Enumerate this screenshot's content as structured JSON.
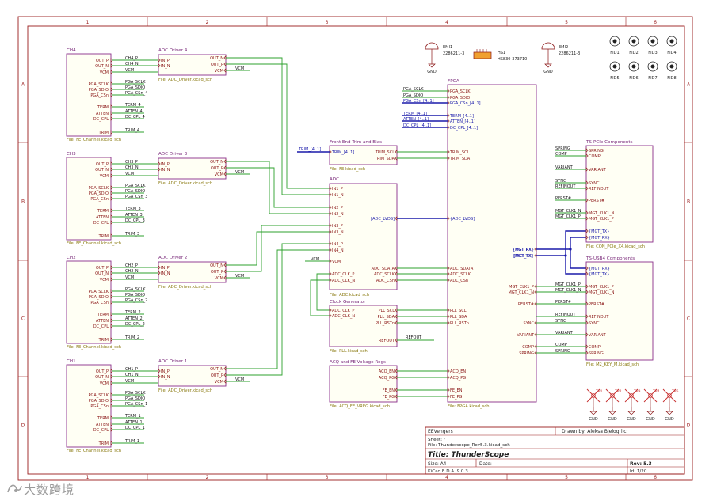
{
  "grid": {
    "cols": [
      "1",
      "2",
      "3",
      "4",
      "5",
      "6"
    ],
    "rows": [
      "A",
      "B",
      "C",
      "D"
    ]
  },
  "channels": [
    {
      "sheet_label": "CH4",
      "file": "File: FE_Channel.kicad_sch",
      "ports": [
        "OUT_P",
        "OUT_N",
        "VCM",
        "PGA_SCLK",
        "PGA_SDIO",
        "PGA_CSn",
        "TERM",
        "ATTEN",
        "DC_CPL",
        "TRIM"
      ],
      "nets": [
        "CH4_P",
        "CH4_N",
        "VCM",
        "PGA_SCLK",
        "PGA_SDIO",
        "PGA_CSn_4",
        "TERM_4",
        "ATTEN_4",
        "DC_CPL_4",
        "TRIM_4"
      ]
    },
    {
      "sheet_label": "CH3",
      "file": "File: FE_Channel.kicad_sch",
      "ports": [
        "OUT_P",
        "OUT_N",
        "VCM",
        "PGA_SCLK",
        "PGA_SDIO",
        "PGA_CSn",
        "TERM",
        "ATTEN",
        "DC_CPL",
        "TRIM"
      ],
      "nets": [
        "CH3_P",
        "CH3_N",
        "VCM",
        "PGA_SCLK",
        "PGA_SDIO",
        "PGA_CSn_3",
        "TERM_3",
        "ATTEN_3",
        "DC_CPL_3",
        "TRIM_3"
      ]
    },
    {
      "sheet_label": "CH2",
      "file": "File: FE_Channel.kicad_sch",
      "ports": [
        "OUT_P",
        "OUT_N",
        "VCM",
        "PGA_SCLK",
        "PGA_SDIO",
        "PGA_CSn",
        "TERM",
        "ATTEN",
        "DC_CPL",
        "TRIM"
      ],
      "nets": [
        "CH2_P",
        "CH2_N",
        "VCM",
        "PGA_SCLK",
        "PGA_SDIO",
        "PGA_CSn_2",
        "TERM_2",
        "ATTEN_2",
        "DC_CPL_2",
        "TRIM_2"
      ]
    },
    {
      "sheet_label": "CH1",
      "file": "File: FE_Channel.kicad_sch",
      "ports": [
        "OUT_P",
        "OUT_N",
        "VCM",
        "PGA_SCLK",
        "PGA_SDIO",
        "PGA_CSn",
        "TERM",
        "ATTEN",
        "DC_CPL",
        "TRIM"
      ],
      "nets": [
        "CH1_P",
        "CH1_N",
        "VCM",
        "PGA_SCLK",
        "PGA_SDIO",
        "PGA_CSn_1",
        "TERM_1",
        "ATTEN_1",
        "DC_CPL_1",
        "TRIM_1"
      ]
    }
  ],
  "adc_drivers": [
    {
      "title": "ADC Driver 4",
      "file": "File: ADC_Driver.kicad_sch",
      "in": [
        "IN_P",
        "IN_N"
      ],
      "out": [
        "OUT_N",
        "OUT_P",
        "VCM"
      ],
      "vcm_net": "VCM"
    },
    {
      "title": "ADC Driver 3",
      "file": "File: ADC_Driver.kicad_sch",
      "in": [
        "IN_P",
        "IN_N"
      ],
      "out": [
        "OUT_N",
        "OUT_P",
        "VCM"
      ],
      "vcm_net": "VCM"
    },
    {
      "title": "ADC Driver 2",
      "file": "File: ADC_Driver.kicad_sch",
      "in": [
        "IN_P",
        "IN_N"
      ],
      "out": [
        "OUT_N",
        "OUT_P",
        "VCM"
      ],
      "vcm_net": "VCM"
    },
    {
      "title": "ADC Driver 1",
      "file": "File: ADC_Driver.kicad_sch",
      "in": [
        "IN_P",
        "IN_N"
      ],
      "out": [
        "OUT_N",
        "OUT_P",
        "VCM"
      ],
      "vcm_net": "VCM"
    }
  ],
  "fe_trim": {
    "title": "Front End Trim and Bias",
    "file": "File: FE.kicad_sch",
    "bus_net": "TRIM_[4..1]",
    "in_port": "TRIM_[4..1]",
    "out": [
      "TRIM_SCL",
      "TRIM_SDA"
    ]
  },
  "adc": {
    "title": "ADC",
    "file": "File: ADC.kicad_sch",
    "in": [
      "IN1_P",
      "IN1_N",
      "IN2_P",
      "IN2_N",
      "IN3_P",
      "IN3_N",
      "IN4_P",
      "IN4_N",
      "VCM",
      "ADC_CLK_P",
      "ADC_CLK_N"
    ],
    "out_lvds": "[ADC_LVDS]",
    "out": [
      "ADC_SDATA",
      "ADC_SCLK",
      "ADC_CSn"
    ],
    "vcm_net": "VCM"
  },
  "pll": {
    "title": "Clock Generator",
    "file": "File: PLL.kicad_sch",
    "in": [
      "ADC_CLK_P",
      "ADC_CLK_N"
    ],
    "out": [
      "PLL_SCL",
      "PLL_SDA",
      "PLL_RSTn",
      "REFOUT"
    ],
    "refout_net": "REFOUT"
  },
  "acq": {
    "title": "ACQ and FE Voltage Regs",
    "file": "File: ACQ_FE_VREG.kicad_sch",
    "out": [
      "ACQ_EN",
      "ACQ_PG",
      "FE_EN",
      "FE_PG"
    ]
  },
  "fpga": {
    "title": "FPGA",
    "file": "File: FPGA.kicad_sch",
    "left": [
      "PGA_SCLK",
      "PGA_SDIO",
      "PGA_CSn_[4..1]",
      "TERM_[4..1]",
      "ATTEN_[4..1]",
      "DC_CPL_[4..1]",
      "TRIM_SCL",
      "TRIM_SDA",
      "{ADC_LVDS}",
      "ADC_SDATA",
      "ADC_SCLK",
      "ADC_CSn",
      "PLL_SCL",
      "PLL_SDA",
      "PLL_RSTn",
      "ACQ_EN",
      "ACQ_PG",
      "FE_EN",
      "FE_PG"
    ],
    "left_nets": [
      "PGA_SCLK",
      "PGA_SDIO",
      "PGA_CSn_[4..1]",
      "TERM_[4..1]",
      "ATTEN_[4..1]",
      "DC_CPL_[4..1]"
    ],
    "right": [
      "{MGT_RX}",
      "{MGT_TX}",
      "MGT_CLK1_P",
      "MGT_CLK1_N",
      "PERST#",
      "SYNC",
      "VARIANT",
      "COMP",
      "SPRING"
    ]
  },
  "pcie": {
    "title": "TS-PCIe Components",
    "file": "File: CON_PCIe_X4.kicad_sch",
    "ports": [
      "SPRING",
      "COMP",
      "VARIANT",
      "SYNC",
      "REFINOUT",
      "PERST#",
      "MGT_CLK1_N",
      "MGT_CLK1_P",
      "{MGT_TX}",
      "{MGT_RX}"
    ],
    "nets": [
      "SPRING",
      "COMP",
      "VARIANT",
      "SYNC",
      "REFINOUT",
      "PERST#",
      "MGT_CLK1_N",
      "MGT_CLK1_P"
    ]
  },
  "usb4": {
    "title": "TS-USB4 Components",
    "file": "File: M2_KEY_M.kicad_sch",
    "ports": [
      "{MGT_RX}",
      "{MGT_TX}",
      "MGT_CLK1_P",
      "MGT_CLK1_N",
      "PERST#",
      "REFINOUT",
      "SYNC",
      "VARIANT",
      "COMP",
      "SPRING"
    ],
    "nets": [
      "MGT_CLK1_P",
      "MGT_CLK1_N",
      "PERST#",
      "REFINOUT",
      "SYNC",
      "VARIANT",
      "COMP",
      "SPRING"
    ]
  },
  "mgt_nets": [
    "[MGT_RX]",
    "[MGT_TX]"
  ],
  "parts": {
    "emi1": {
      "ref": "EMI1",
      "value": "2286211-3"
    },
    "emi2": {
      "ref": "EMI2",
      "value": "2286211-3"
    },
    "hs1": {
      "ref": "HS1",
      "value": "HS830-373710"
    },
    "gnd": "GND",
    "fids": [
      "FID1",
      "FID2",
      "FID3",
      "FID4",
      "FID5",
      "FID6",
      "FID7",
      "FID8"
    ],
    "tps": [
      "TP1",
      "TP2",
      "TP3",
      "TP4",
      "TP5"
    ]
  },
  "titleblock": {
    "company": "EEVengers",
    "drawn_by": "Drawn by: Aleksa Bjelogrlic",
    "sheet": "Sheet: /",
    "file": "File: Thunderscope_Rev5.3.kicad_sch",
    "title": "Title: ThunderScope",
    "size": "Size: A4",
    "date": "Date:",
    "rev": "Rev: 5.3",
    "tool": "KiCad E.D.A. 9.0.3",
    "id": "Id: 1/20"
  },
  "watermark": "大数跨境",
  "colors": {
    "frame": "#9a1c1c",
    "sheet": "#8a2e8a",
    "sheet_text": "#7a2a7a",
    "pin": "#8a1515",
    "wire": "#2ca02c",
    "bus": "#1a1aaa",
    "text": "#222222",
    "file": "#8a7a10",
    "label": "#111111",
    "tp": "#c83232",
    "fill": "#fffff4"
  }
}
